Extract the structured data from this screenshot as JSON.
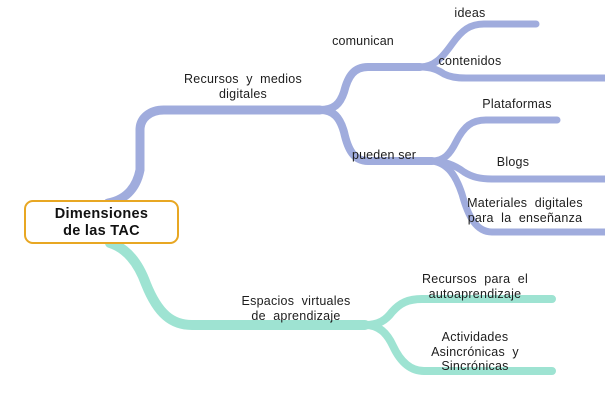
{
  "diagram": {
    "title": "Dimensiones de las TAC",
    "type": "mind-map",
    "colors": {
      "branch_blue": "#a0acdd",
      "branch_teal": "#9ee3d2",
      "root_border": "#e8a723",
      "root_fill": "#ffffff",
      "text": "#1d1d1d",
      "background": "#ffffff"
    },
    "root": {
      "label": "Dimensiones\nde las TAC"
    },
    "branches": [
      {
        "id": "recursos",
        "color": "#a0acdd",
        "label": "Recursos  y  medios\ndigitales",
        "connectors": [
          {
            "id": "comunican",
            "label": "comunican",
            "children": [
              {
                "id": "ideas",
                "label": "ideas"
              },
              {
                "id": "contenidos",
                "label": "contenidos"
              }
            ]
          },
          {
            "id": "pueden-ser",
            "label": "pueden ser",
            "children": [
              {
                "id": "plataformas",
                "label": "Plataformas"
              },
              {
                "id": "blogs",
                "label": "Blogs"
              },
              {
                "id": "materiales",
                "label": "Materiales  digitales\npara  la  enseñanza"
              }
            ]
          }
        ]
      },
      {
        "id": "espacios",
        "color": "#9ee3d2",
        "label": "Espacios  virtuales\nde  aprendizaje",
        "connectors": [
          {
            "id": "espacios-split",
            "label": "",
            "children": [
              {
                "id": "autoaprendizaje",
                "label": "Recursos  para  el\nautoaprendizaje"
              },
              {
                "id": "actividades",
                "label": "Actividades\nAsincrónicas  y\nSincrónicas"
              }
            ]
          }
        ]
      }
    ]
  }
}
